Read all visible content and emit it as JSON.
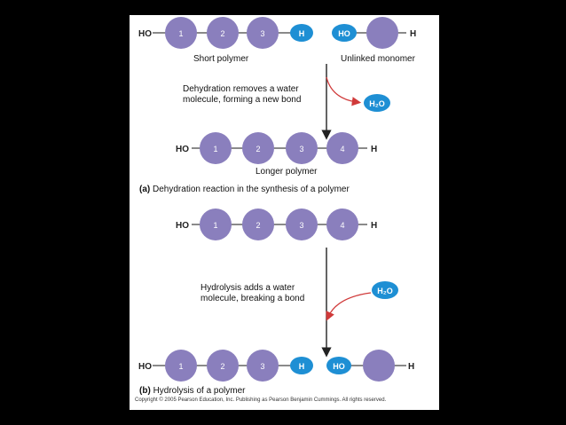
{
  "colors": {
    "monomer": "#8a7fbd",
    "hydrogen_cap": "#1e8fd4",
    "water": "#1e8fd4",
    "arrow_main": "#222222",
    "arrow_red": "#d03a3a",
    "line": "#444444"
  },
  "part_a": {
    "short_polymer": {
      "start": "HO",
      "monomers": [
        "1",
        "2",
        "3"
      ],
      "cap": "H",
      "label": "Short polymer"
    },
    "unlinked_monomer": {
      "cap": "HO",
      "end": "H",
      "label": "Unlinked monomer"
    },
    "process_text_line1": "Dehydration removes a water",
    "process_text_line2": "molecule, forming a new bond",
    "water": "H₂O",
    "longer_polymer": {
      "start": "HO",
      "monomers": [
        "1",
        "2",
        "3",
        "4"
      ],
      "end": "H",
      "label": "Longer polymer"
    },
    "caption_letter": "(a)",
    "caption_text": "Dehydration reaction in the synthesis of a polymer"
  },
  "part_b": {
    "polymer": {
      "start": "HO",
      "monomers": [
        "1",
        "2",
        "3",
        "4"
      ],
      "end": "H"
    },
    "process_text_line1": "Hydrolysis adds a water",
    "process_text_line2": "molecule, breaking a bond",
    "water": "H₂O",
    "products": {
      "start": "HO",
      "monomers": [
        "1",
        "2",
        "3"
      ],
      "cap": "H",
      "monomer_cap": "HO",
      "monomer_end": "H"
    },
    "caption_letter": "(b)",
    "caption_text": "Hydrolysis of a polymer"
  },
  "copyright": "Copyright © 2005 Pearson Education, Inc. Publishing as Pearson Benjamin Cummings. All rights reserved."
}
